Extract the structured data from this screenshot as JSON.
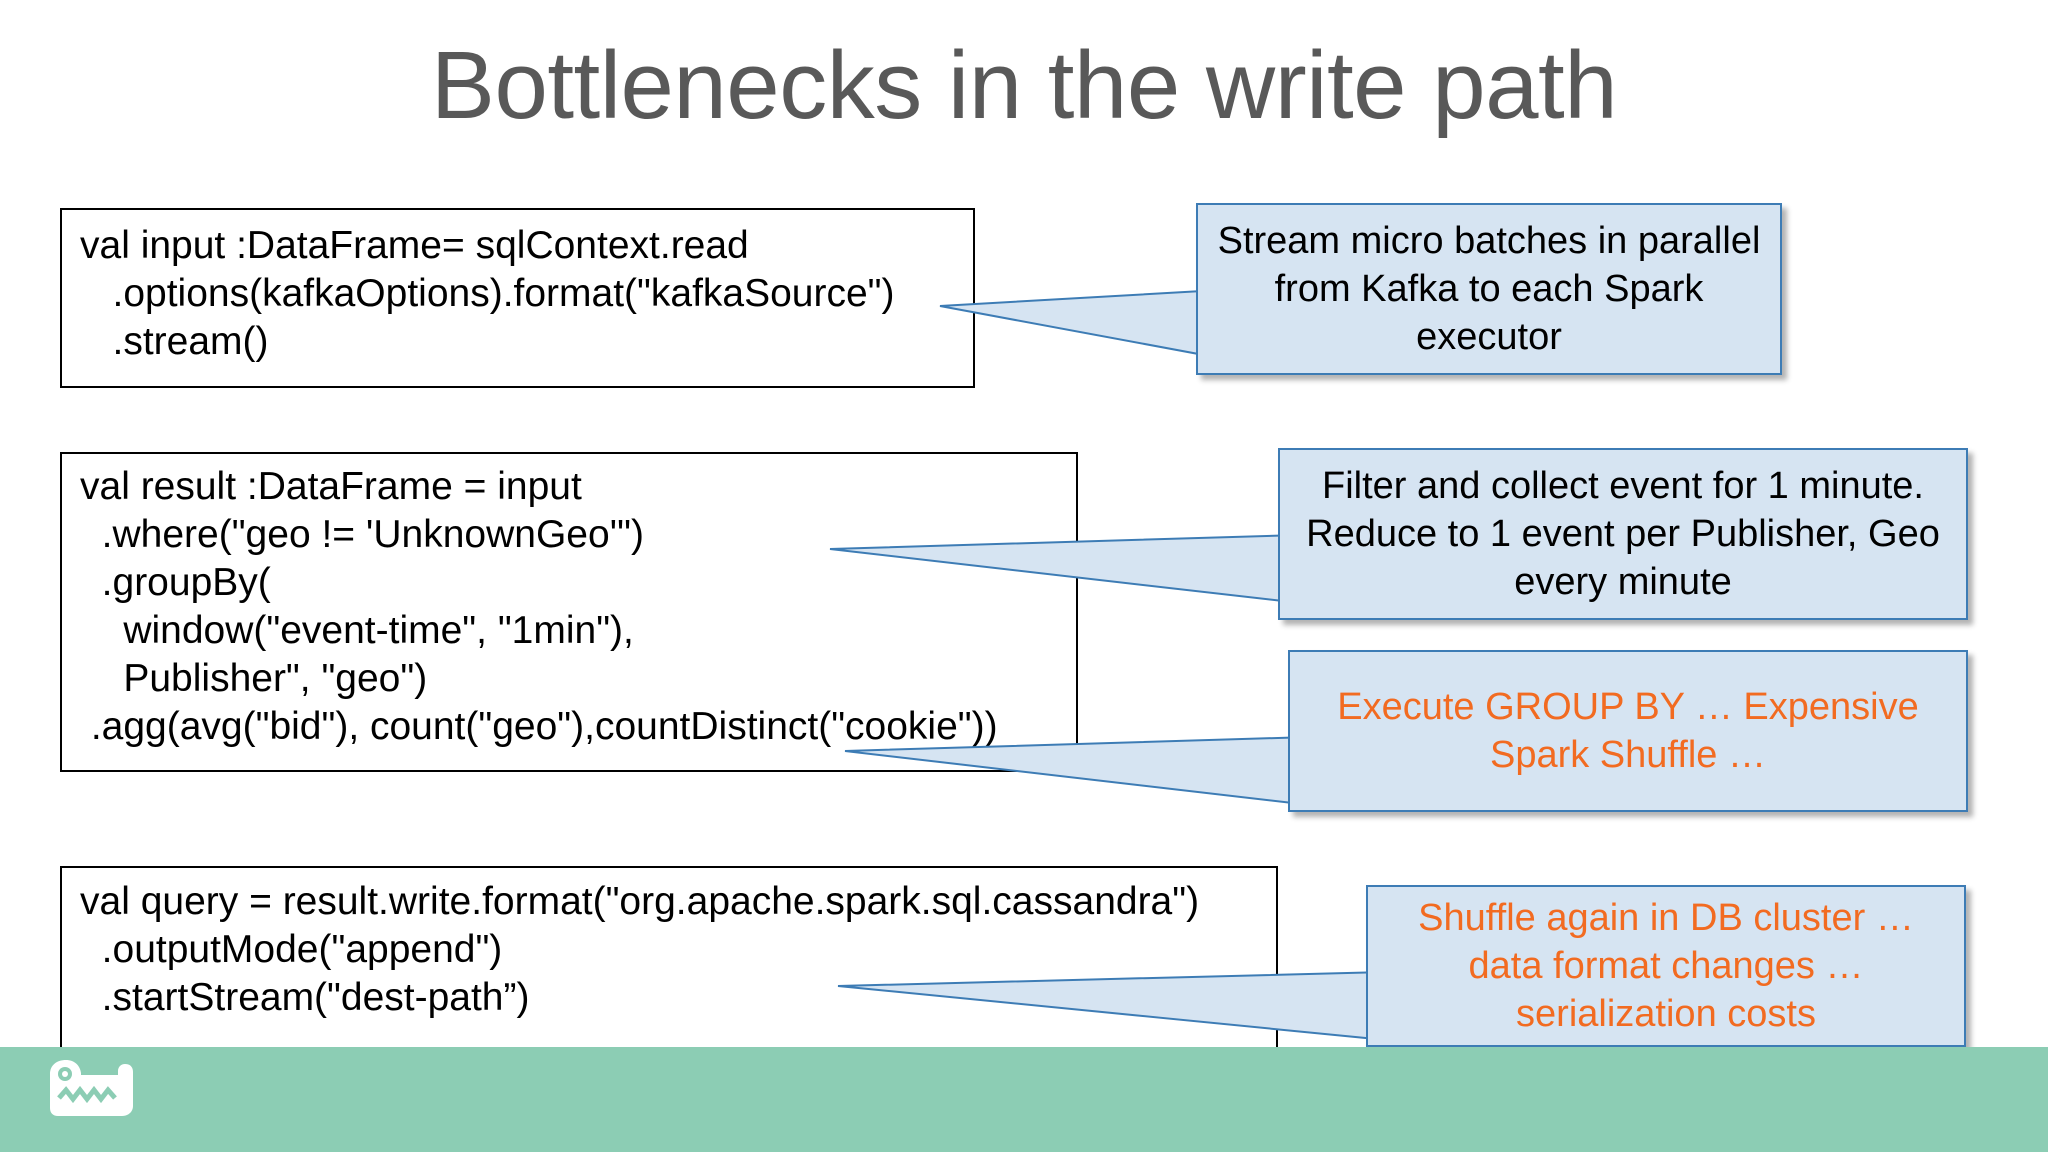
{
  "slide": {
    "title": "Bottlenecks in the write path",
    "title_color": "#595959",
    "background_color": "#ffffff"
  },
  "code_blocks": [
    {
      "id": "code-block-input",
      "lines": [
        "val input :DataFrame= sqlContext.read",
        "   .options(kafkaOptions).format(\"kafkaSource\")",
        "   .stream()"
      ],
      "text": "val input :DataFrame= sqlContext.read\n   .options(kafkaOptions).format(\"kafkaSource\")\n   .stream()"
    },
    {
      "id": "code-block-result",
      "lines": [
        "val result :DataFrame = input",
        "  .where(\"geo != 'UnknownGeo'\")",
        "  .groupBy(",
        "    window(\"event-time\", \"1min\"),",
        "    Publisher\", \"geo\")",
        "  .agg(avg(\"bid\"), count(\"geo\"),countDistinct(\"cookie\"))"
      ],
      "text": "val result :DataFrame = input\n  .where(\"geo != 'UnknownGeo'\")\n  .groupBy(\n    window(\"event-time\", \"1min\"),\n    Publisher\", \"geo\")\n .agg(avg(\"bid\"), count(\"geo\"),countDistinct(\"cookie\"))"
    },
    {
      "id": "code-block-query",
      "lines": [
        "val query = result.write.format(\"org.apache.spark.sql.cassandra\")",
        "  .outputMode(\"append\")",
        "  .startStream(\"dest-path”)"
      ],
      "text": "val query = result.write.format(\"org.apache.spark.sql.cassandra\")\n  .outputMode(\"append\")\n  .startStream(\"dest-path”)"
    }
  ],
  "callouts": [
    {
      "id": "callout-stream",
      "text": "Stream micro batches in parallel from Kafka to each Spark executor",
      "color": "#000000",
      "fill": "#d6e4f2",
      "border": "#3d7cb5"
    },
    {
      "id": "callout-filter",
      "text": "Filter and collect event for 1 minute. Reduce to 1 event per Publisher, Geo every minute",
      "color": "#000000",
      "fill": "#d6e4f2",
      "border": "#3d7cb5"
    },
    {
      "id": "callout-groupby",
      "text": "Execute GROUP BY … Expensive Spark Shuffle …",
      "color": "#F26B21",
      "fill": "#d6e4f2",
      "border": "#3d7cb5"
    },
    {
      "id": "callout-shuffle",
      "text": "Shuffle again in DB cluster … data format changes … serialization costs",
      "color": "#F26B21",
      "fill": "#d6e4f2",
      "border": "#3d7cb5"
    }
  ],
  "footer": {
    "bar_color": "#8ccdb4",
    "logo_name": "crocodile-logo",
    "logo_color": "#ffffff"
  }
}
